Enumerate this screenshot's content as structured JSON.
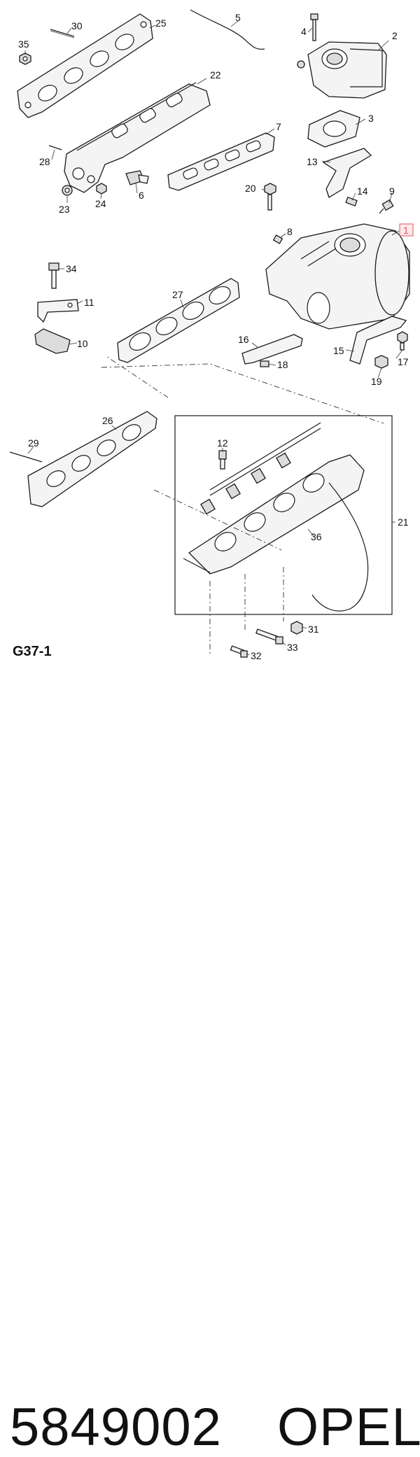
{
  "figure_code": "G37-1",
  "part_number": "5849002",
  "brand": "OPEL",
  "highlighted_callout": "1",
  "highlight_color": "#e05a66",
  "callouts": [
    "1",
    "2",
    "3",
    "4",
    "5",
    "6",
    "7",
    "8",
    "9",
    "10",
    "11",
    "12",
    "13",
    "14",
    "15",
    "16",
    "17",
    "18",
    "19",
    "20",
    "21",
    "22",
    "23",
    "24",
    "25",
    "26",
    "27",
    "28",
    "29",
    "30",
    "31",
    "32",
    "33",
    "34",
    "35",
    "36"
  ]
}
